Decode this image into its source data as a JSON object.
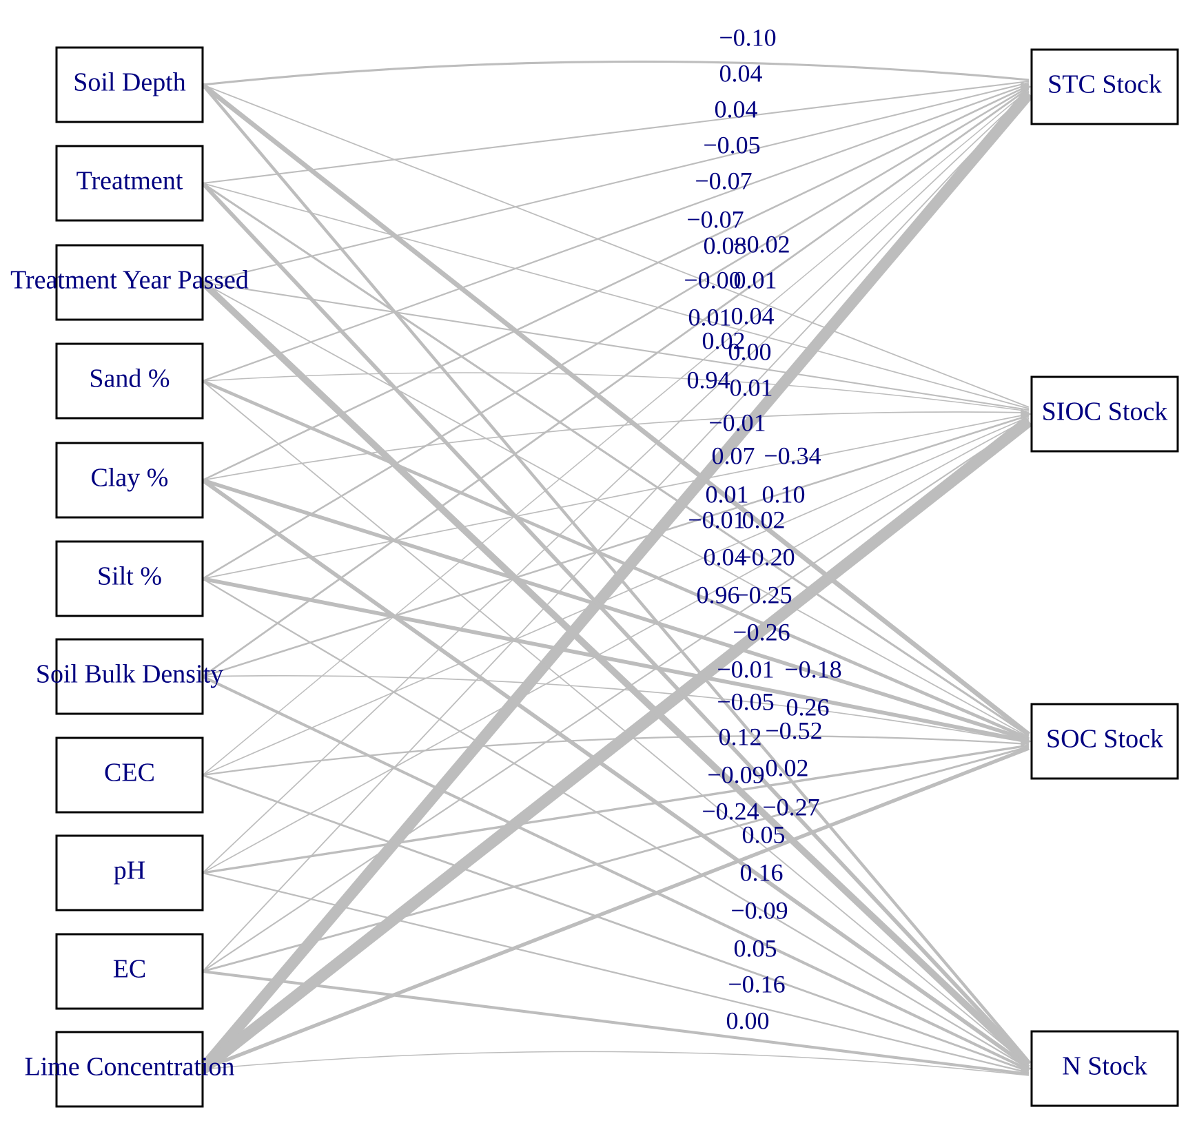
{
  "diagram": {
    "colors": {
      "edge": "#bdbdbd",
      "label": "#000080",
      "box_border": "#000000"
    },
    "predictors": [
      "Soil Depth",
      "Treatment",
      "Treatment Year Passed",
      "Sand %",
      "Clay %",
      "Silt %",
      "Soil Bulk Density",
      "CEC",
      "pH",
      "EC",
      "Lime Concentration"
    ],
    "outcomes": [
      "STC Stock",
      "SIOC Stock",
      "SOC Stock",
      "N Stock"
    ],
    "path_coefficients": {
      "STC Stock": [
        "−0.10",
        "0.04",
        "0.04",
        "−0.05",
        "−0.07",
        "−0.07",
        "0.08",
        "−0.00",
        "0.01",
        "0.02",
        "0.94"
      ],
      "SIOC Stock": [
        "−0.02",
        "0.01",
        "0.04",
        "0.00",
        "0.01",
        "−0.01",
        "0.07",
        "0.01",
        "−0.01",
        "0.04",
        "0.96"
      ],
      "SOC Stock": [
        "−0.34",
        "0.10",
        "0.02",
        "−0.20",
        "−0.25",
        "−0.26",
        "−0.01",
        "−0.05",
        "0.12",
        "−0.09",
        "−0.24"
      ],
      "N Stock": [
        "−0.18",
        "0.26",
        "−0.52",
        "0.02",
        "−0.27",
        "0.05",
        "0.16",
        "−0.09",
        "0.05",
        "−0.16",
        "0.00"
      ]
    }
  }
}
